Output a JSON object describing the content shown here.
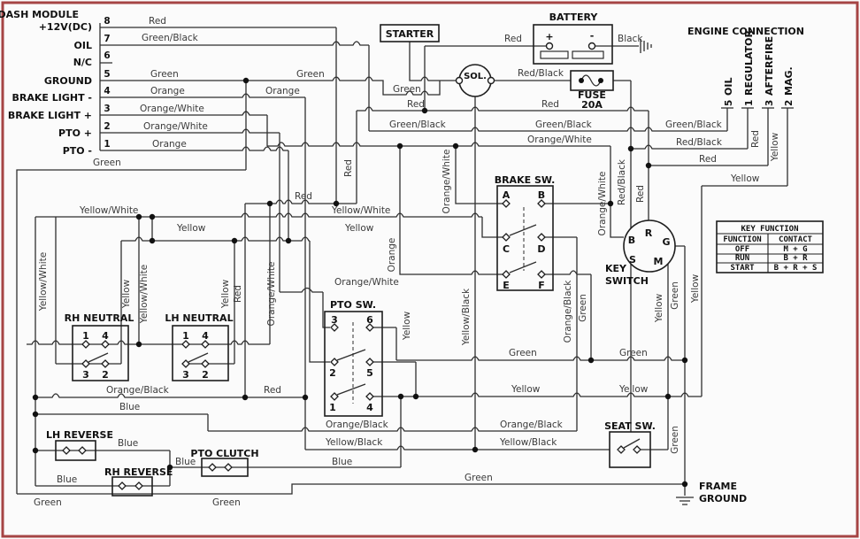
{
  "dash_module": {
    "title": "DASH MODULE",
    "pins": [
      {
        "num": "8",
        "label": "+12V(DC)"
      },
      {
        "num": "7",
        "label": "OIL"
      },
      {
        "num": "6",
        "label": "N/C"
      },
      {
        "num": "5",
        "label": "GROUND"
      },
      {
        "num": "4",
        "label": "BRAKE LIGHT -"
      },
      {
        "num": "3",
        "label": "BRAKE LIGHT +"
      },
      {
        "num": "2",
        "label": "PTO +"
      },
      {
        "num": "1",
        "label": "PTO -"
      }
    ]
  },
  "engine_connection": {
    "title": "ENGINE CONNECTION",
    "pins": [
      {
        "num": "5",
        "label": "OIL"
      },
      {
        "num": "1",
        "label": "REGULATOR"
      },
      {
        "num": "3",
        "label": "AFTERFIRE"
      },
      {
        "num": "2",
        "label": "MAG."
      }
    ]
  },
  "components": {
    "starter": "STARTER",
    "battery": "BATTERY",
    "battery_positive": "+",
    "battery_negative": "-",
    "solenoid": "SOL.",
    "fuse": "FUSE",
    "fuse_rating": "20A",
    "brake_switch": "BRAKE SW.",
    "brake_terminals": [
      "A",
      "B",
      "C",
      "D",
      "E",
      "F"
    ],
    "pto_switch": "PTO SW.",
    "pto_terminals": [
      "3",
      "6",
      "2",
      "5",
      "1",
      "4"
    ],
    "rh_neutral": "RH NEUTRAL",
    "lh_neutral": "LH NEUTRAL",
    "neutral_terminals": [
      "1",
      "4",
      "3",
      "2"
    ],
    "key_switch": [
      "KEY",
      "SWITCH"
    ],
    "key_terminals": [
      "R",
      "B",
      "G",
      "S",
      "M"
    ],
    "lh_reverse": "LH REVERSE",
    "rh_reverse": "RH REVERSE",
    "pto_clutch": "PTO CLUTCH",
    "seat_switch": "SEAT SW.",
    "frame_ground": [
      "FRAME",
      "GROUND"
    ]
  },
  "key_function_table": {
    "title": "KEY FUNCTION",
    "headers": [
      "FUNCTION",
      "CONTACT"
    ],
    "rows": [
      [
        "OFF",
        "M + G"
      ],
      [
        "RUN",
        "B + R"
      ],
      [
        "START",
        "B + R + S"
      ]
    ]
  },
  "wire_labels": [
    "Red",
    "Green/Black",
    "Green",
    "Green",
    "Orange",
    "Orange",
    "Orange/White",
    "Orange/White",
    "Orange",
    "Green",
    "Red",
    "Black",
    "Red/Black",
    "Green",
    "Red",
    "Red",
    "Green/Black",
    "Green/Black",
    "Green/Black",
    "Orange/White",
    "Red/Black",
    "Red",
    "Yellow",
    "Red",
    "Yellow/White",
    "Yellow/White",
    "Yellow",
    "Yellow",
    "Orange/White",
    "Green",
    "Green",
    "Yellow",
    "Yellow",
    "Orange/Black",
    "Red",
    "Orange/Black",
    "Orange/Black",
    "Yellow/Black",
    "Yellow/Black",
    "Blue",
    "Blue",
    "Blue",
    "Blue",
    "Blue",
    "Green",
    "Green",
    "Green",
    "Yellow/White",
    "Yellow",
    "Yellow/White",
    "Yellow",
    "Red",
    "Orange/White",
    "Red",
    "Orange",
    "Yellow",
    "Yellow/Black",
    "Orange/Black",
    "Green",
    "Orange/White",
    "Orange/White",
    "Red/Black",
    "Red",
    "Red",
    "Yellow",
    "Yellow",
    "Green",
    "Green",
    "Yellow"
  ]
}
